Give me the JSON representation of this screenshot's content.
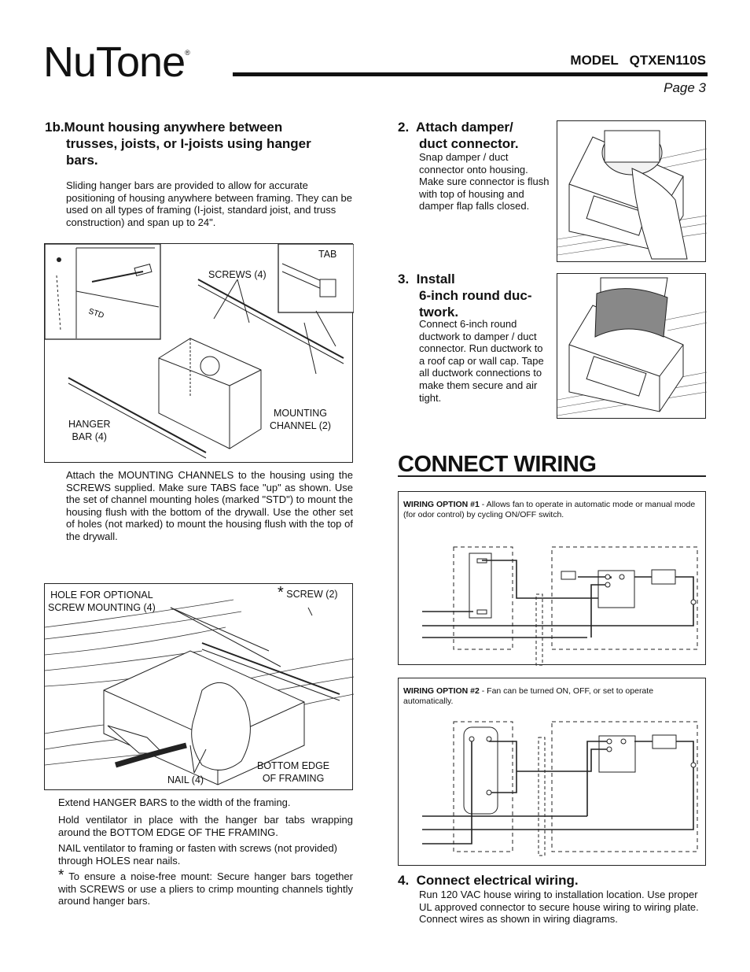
{
  "header": {
    "brand": "NuTone",
    "brand_mark": "®",
    "model": "MODEL   QTXEN110S",
    "page": "Page 3"
  },
  "step1b": {
    "title": "1b.Mount housing anywhere between trusses, joists, or I-joists using hanger bars.",
    "title_line1": "1b.Mount housing anywhere between",
    "title_line2": "trusses, joists, or I-joists using hanger",
    "title_line3": "bars.",
    "intro": "Sliding hanger bars are provided to allow for accurate positioning of housing anywhere between framing. They can be used on all types of framing (I-joist, standard joist, and truss construction) and span up to 24\".",
    "figure1": {
      "labels": {
        "tab": "TAB",
        "screws": "SCREWS (4)",
        "hanger_bar_1": "HANGER",
        "hanger_bar_2": "BAR (4)",
        "mounting_1": "MOUNTING",
        "mounting_2": "CHANNEL (2)",
        "std": "STD"
      }
    },
    "channels_text": "Attach the MOUNTING CHANNELS to the housing using the SCREWS supplied. Make sure TABS face \"up\" as shown. Use the set of channel mounting holes (marked \"STD\") to mount the housing flush with the bottom of the drywall. Use the other set of holes (not marked) to mount the housing flush with the top of the drywall.",
    "figure2": {
      "labels": {
        "hole_1": "HOLE FOR OPTIONAL",
        "hole_2": "SCREW MOUNTING (4)",
        "screw": "SCREW (2)",
        "asterisk": "*",
        "bottom_edge_1": "BOTTOM EDGE",
        "bottom_edge_2": "OF FRAMING",
        "nail": "NAIL (4)"
      }
    },
    "extend_text": "Extend HANGER BARS to the width of the framing.",
    "hold_text": "Hold ventilator in place with the hanger bar tabs wrapping around the BOTTOM EDGE OF THE FRAMING.",
    "nail_text": "NAIL ventilator to framing or fasten with screws (not provided) through HOLES near nails.",
    "note_star": "*",
    "note_text": " To ensure a noise-free mount: Secure hanger bars together with SCREWS or use a pliers to crimp mounting channels tightly around hanger bars."
  },
  "step2": {
    "title_line1": "2.  Attach damper/",
    "title_line2": "duct connector.",
    "body": "Snap damper / duct connector onto housing. Make sure connector is flush with top of housing and damper flap falls closed."
  },
  "step3": {
    "title_line1": "3.  Install",
    "title_line2": "6-inch round duc-",
    "title_line3": "twork.",
    "body": "Connect 6-inch round ductwork to damper / duct connector. Run ductwork to a roof cap or wall cap. Tape all ductwork connections to make them secure and air tight."
  },
  "connect": {
    "title": "CONNECT WIRING",
    "option1_label": "WIRING OPTION #1",
    "option1_text": " - Allows fan to operate in automatic mode or manual mode (for odor control) by cycling ON/OFF switch.",
    "option2_label": "WIRING OPTION #2",
    "option2_text": " - Fan can be turned ON, OFF, or set to operate automatically."
  },
  "step4": {
    "title": "4.  Connect electrical wiring.",
    "body": "Run 120 VAC house wiring to installation location. Use proper UL approved connector to secure house wiring to wiring plate. Connect wires as shown in wiring diagrams."
  }
}
